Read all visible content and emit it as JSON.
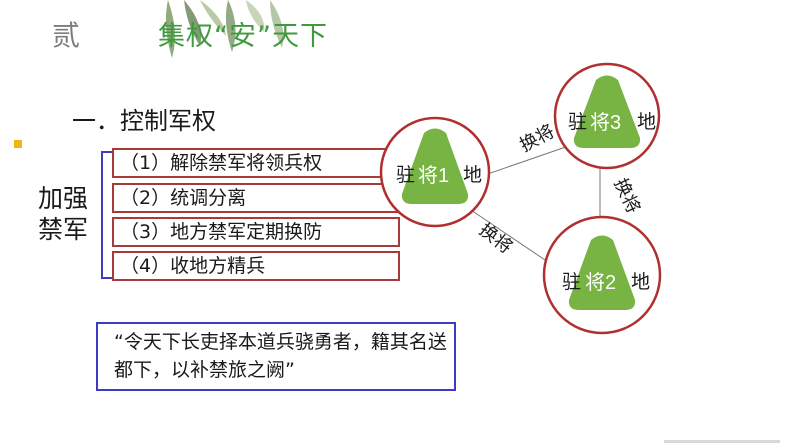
{
  "header": {
    "section_number": "贰",
    "title": "集权“安”天下"
  },
  "section": {
    "heading": "一．控制军权"
  },
  "group": {
    "label": "加强禁军"
  },
  "measures": [
    {
      "label": "（1）解除禁军将领兵权"
    },
    {
      "label": "（2）统调分离"
    },
    {
      "label": "（3）地方禁军定期换防"
    },
    {
      "label": "（4）收地方精兵"
    }
  ],
  "quote": {
    "text": "“令天下长吏择本道兵骁勇者，籍其名送都下，以补禁旅之阙”"
  },
  "diagram": {
    "nodes": [
      {
        "prefix": "驻",
        "name": "将1",
        "suffix": "地"
      },
      {
        "prefix": "驻",
        "name": "将3",
        "suffix": "地"
      },
      {
        "prefix": "驻",
        "name": "将2",
        "suffix": "地"
      }
    ],
    "edges": [
      {
        "label": "换将"
      },
      {
        "label": "换将"
      },
      {
        "label": "换将"
      }
    ]
  },
  "colors": {
    "title_green": "#3f9a3f",
    "measure_border": "#a83a3a",
    "quote_border": "#3b3bc4",
    "circle_border": "#b03030",
    "triangle_fill": "#77b443",
    "bullet": "#f0b418"
  }
}
